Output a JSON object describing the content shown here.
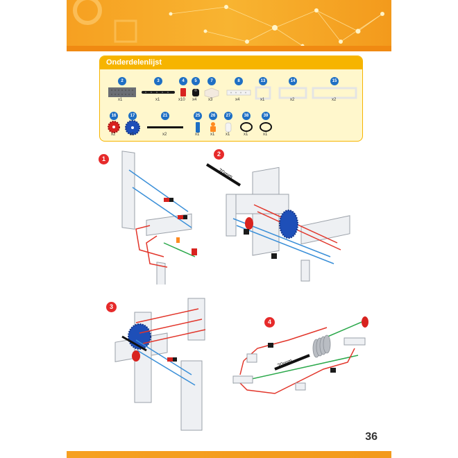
{
  "parts_list": {
    "title": "Onderdelenlijst",
    "items": [
      {
        "number": "2",
        "qty": "x1"
      },
      {
        "number": "3",
        "qty": "x1"
      },
      {
        "number": "4",
        "qty": "x10"
      },
      {
        "number": "5",
        "qty": "x4"
      },
      {
        "number": "7",
        "qty": "x3"
      },
      {
        "number": "8",
        "qty": "x4"
      },
      {
        "number": "13",
        "qty": "x1"
      },
      {
        "number": "14",
        "qty": "x2"
      },
      {
        "number": "15",
        "qty": "x2"
      },
      {
        "number": "16",
        "qty": "x2"
      },
      {
        "number": "17",
        "qty": "x1"
      },
      {
        "number": "21",
        "qty": "x2"
      },
      {
        "number": "25",
        "qty": "x1"
      },
      {
        "number": "26",
        "qty": "x1"
      },
      {
        "number": "27",
        "qty": "x1"
      },
      {
        "number": "38",
        "qty": "x1"
      },
      {
        "number": "39",
        "qty": "x1"
      }
    ]
  },
  "steps": [
    {
      "number": "1"
    },
    {
      "number": "2",
      "axle_label": "70mm"
    },
    {
      "number": "3"
    },
    {
      "number": "4",
      "axle_label": "70mm"
    }
  ],
  "page_number": "36",
  "colors": {
    "accent": "#f6b400",
    "badge_blue": "#1e6fc4",
    "step_red": "#e62a2a"
  }
}
